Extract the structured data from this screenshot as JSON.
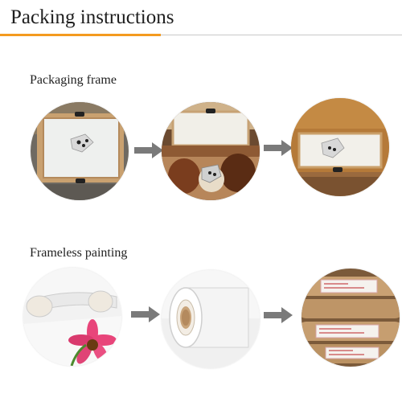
{
  "header": {
    "title": "Packing instructions"
  },
  "sections": [
    {
      "label": "Packaging frame"
    },
    {
      "label": "Frameless painting"
    }
  ],
  "colors": {
    "accent": "#f39a1f",
    "arrow": "#7a7a7a",
    "rule": "#c9c9c9"
  },
  "icons": [
    "arrow-right-icon"
  ]
}
